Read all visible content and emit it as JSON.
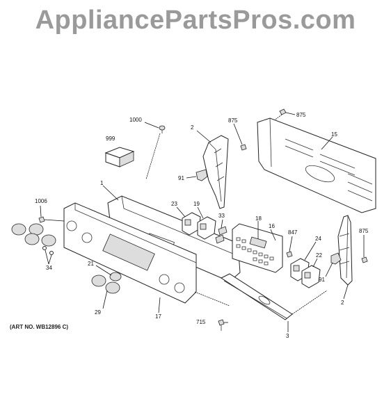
{
  "watermark": "AppliancePartsPros.com",
  "art_no": "(ART NO. WB12896 C)",
  "callouts": [
    {
      "id": "c1000",
      "text": "1000"
    },
    {
      "id": "c999",
      "text": "999"
    },
    {
      "id": "c2a",
      "text": "2"
    },
    {
      "id": "c875a",
      "text": "875"
    },
    {
      "id": "c875b",
      "text": "875"
    },
    {
      "id": "c15",
      "text": "15"
    },
    {
      "id": "c91a",
      "text": "91"
    },
    {
      "id": "c1",
      "text": "1"
    },
    {
      "id": "c1006",
      "text": "1006"
    },
    {
      "id": "c23",
      "text": "23"
    },
    {
      "id": "c19",
      "text": "19"
    },
    {
      "id": "c18",
      "text": "18"
    },
    {
      "id": "c16",
      "text": "16"
    },
    {
      "id": "c33",
      "text": "33"
    },
    {
      "id": "c847",
      "text": "847"
    },
    {
      "id": "c875c",
      "text": "875"
    },
    {
      "id": "c24",
      "text": "24"
    },
    {
      "id": "c22",
      "text": "22"
    },
    {
      "id": "c34",
      "text": "34"
    },
    {
      "id": "c91b",
      "text": "91"
    },
    {
      "id": "c21",
      "text": "21"
    },
    {
      "id": "c29",
      "text": "29"
    },
    {
      "id": "c17",
      "text": "17"
    },
    {
      "id": "c2b",
      "text": "2"
    },
    {
      "id": "c715",
      "text": "715"
    },
    {
      "id": "c3",
      "text": "3"
    }
  ]
}
